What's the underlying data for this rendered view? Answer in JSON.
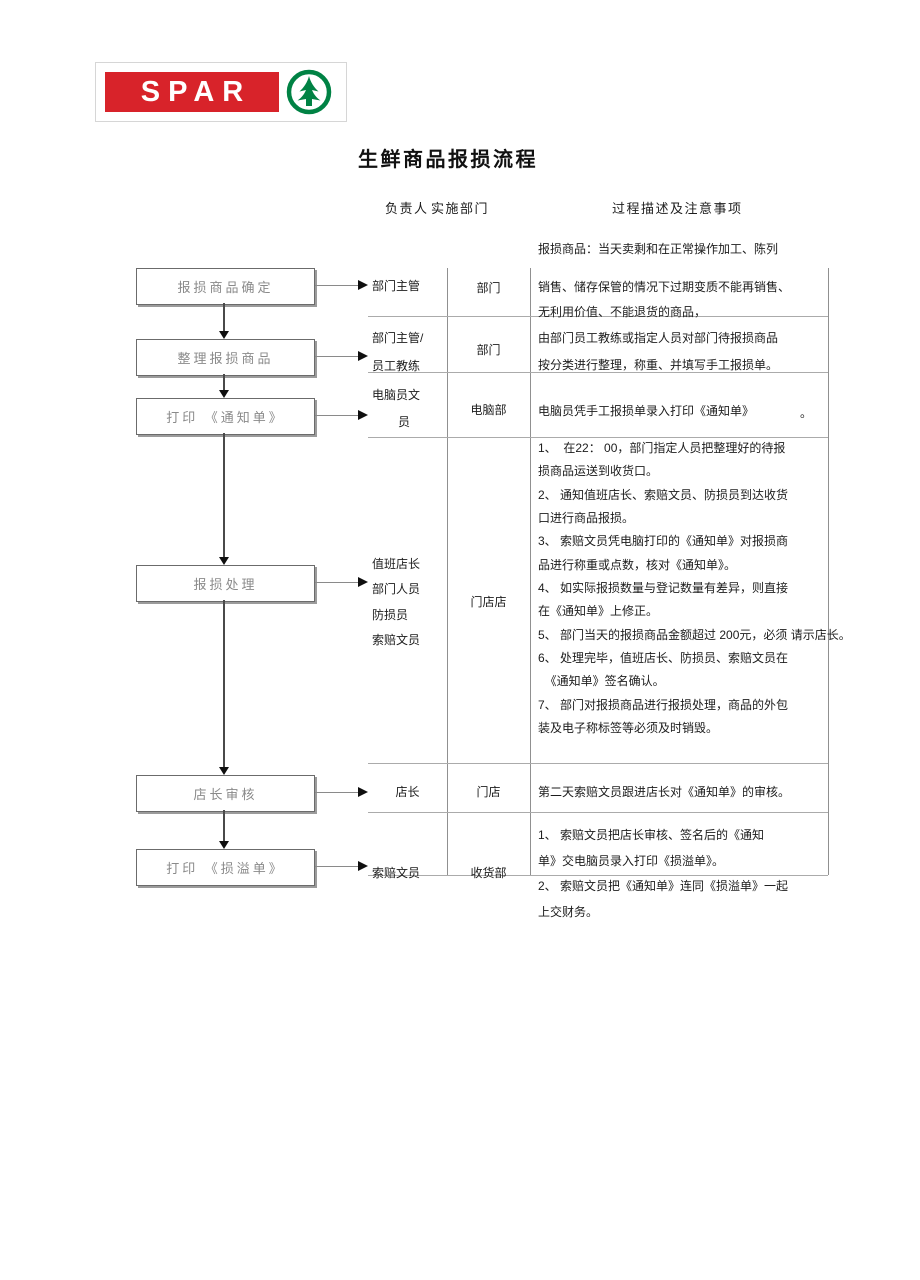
{
  "logo": {
    "brand": "SPAR",
    "tree_icon": "spar-tree-icon"
  },
  "colors": {
    "logo_red": "#d8232a",
    "logo_green": "#008244",
    "box_text_gray": "#8a8a8a",
    "table_line_gray": "#9a9a9a"
  },
  "title": "生鲜商品报损流程",
  "headers": {
    "responsible": "负责人",
    "department": "实施部门",
    "description": "过程描述及注意事项"
  },
  "flow_boxes": [
    "报损商品确定",
    "整理报损商品",
    "打印 《通知单》",
    "报损处理",
    "店长审核",
    "打印 《损溢单》"
  ],
  "table": {
    "rows": [
      {
        "responsible": [
          "部门主管"
        ],
        "department": "部门",
        "description": [
          "报损商品：当天卖剩和在正常操作加工、陈列",
          "销售、储存保管的情况下过期变质不能再销售、",
          "无利用价值、不能退货的商品，"
        ]
      },
      {
        "responsible": [
          "部门主管/",
          "员工教练"
        ],
        "department": "部门",
        "description": [
          "由部门员工教练或指定人员对部门待报损商品",
          "按分类进行整理，称重、并填写手工报损单。"
        ]
      },
      {
        "responsible": [
          "电脑员文",
          "员"
        ],
        "department": "电脑部",
        "description": [
          "电脑员凭手工报损单录入打印《通知单》",
          "。"
        ]
      },
      {
        "responsible": [
          "值班店长",
          "部门人员",
          "防损员",
          "索赔文员"
        ],
        "department": "门店店",
        "description": [
          "1、  在22： 00，部门指定人员把整理好的待报",
          "损商品运送到收货口。",
          "2、 通知值班店长、索赔文员、防损员到达收货",
          "口进行商品报损。",
          "3、 索赔文员凭电脑打印的《通知单》对报损商",
          "品进行称重或点数，核对《通知单》。",
          "4、 如实际报损数量与登记数量有差异，则直接",
          "在《通知单》上修正。",
          "5、 部门当天的报损商品金额超过 200元，必须 请示店长。",
          "6、 处理完毕，值班店长、防损员、索赔文员在",
          "  《通知单》签名确认。",
          "7、 部门对报损商品进行报损处理，商品的外包",
          "装及电子称标签等必须及时销毁。"
        ]
      },
      {
        "responsible": [
          "店长"
        ],
        "department": "门店",
        "description": [
          "第二天索赔文员跟进店长对《通知单》的审核。"
        ]
      },
      {
        "responsible": [
          "索赔文员"
        ],
        "department": "收货部",
        "description": [
          "1、 索赔文员把店长审核、签名后的《通知",
          "单》交电脑员录入打印《损溢单》。",
          "2、 索赔文员把《通知单》连同《损溢单》一起",
          "上交财务。"
        ]
      }
    ]
  }
}
